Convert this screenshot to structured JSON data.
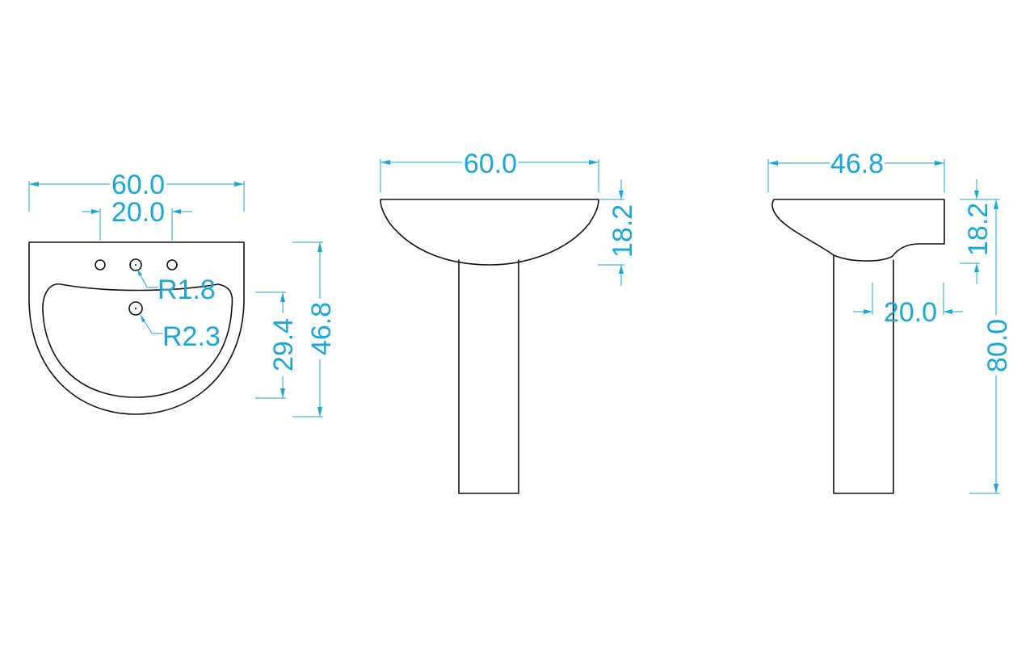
{
  "colors": {
    "object_line": "#111111",
    "dimension": "#1aa7d6",
    "background": "#ffffff"
  },
  "views": {
    "top": {
      "overall_width": "60.0",
      "tap_spacing": "20.0",
      "tap_hole_radius": "R1.8",
      "drain_radius": "R2.3",
      "bowl_depth": "29.4",
      "overall_depth": "46.8"
    },
    "front": {
      "overall_width": "60.0",
      "basin_height": "18.2"
    },
    "side": {
      "overall_depth": "46.8",
      "basin_height": "18.2",
      "pedestal_width": "20.0",
      "overall_height": "80.0"
    }
  }
}
